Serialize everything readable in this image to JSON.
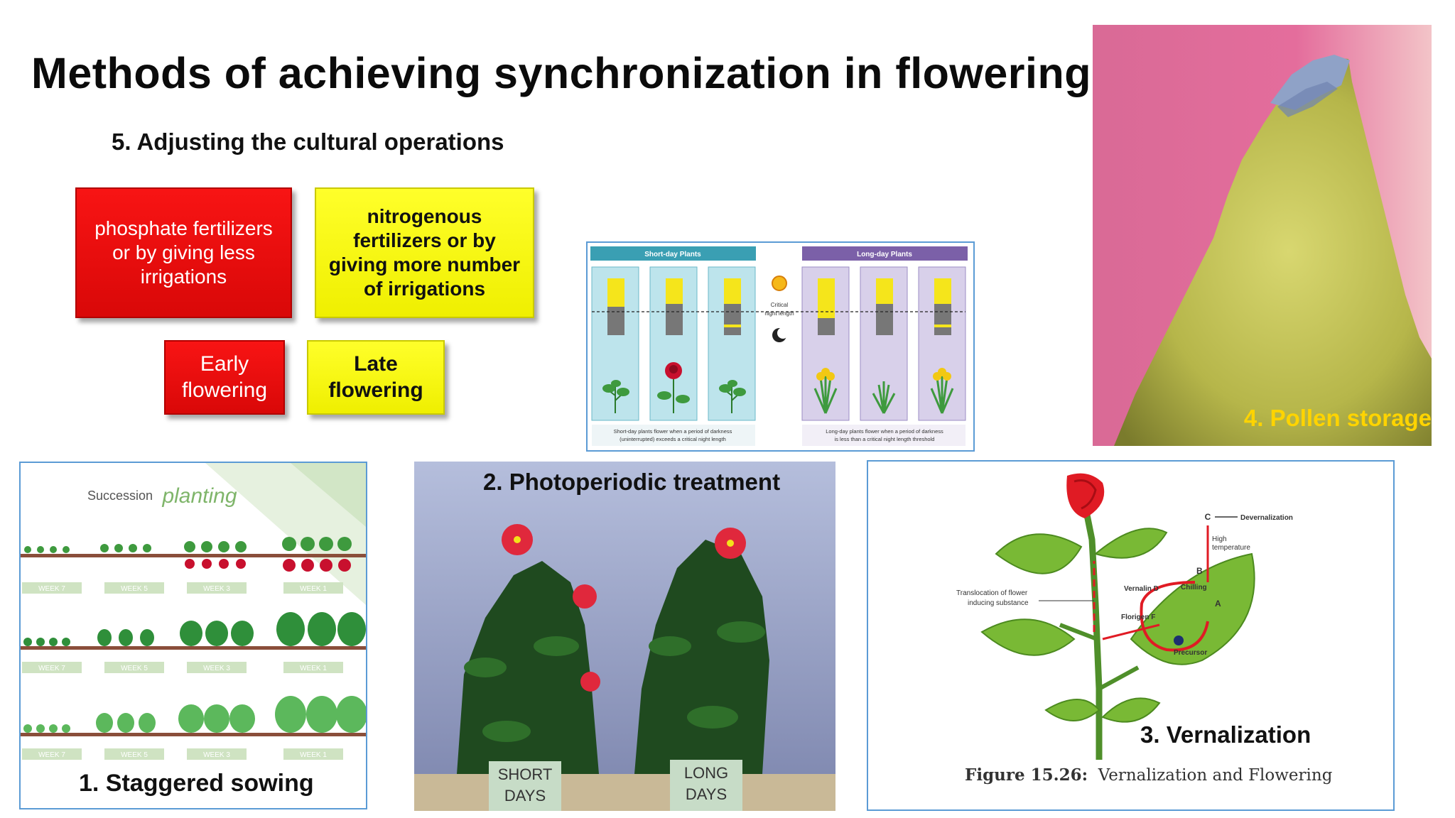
{
  "title": "Methods of achieving synchronization in flowering",
  "subtitle": "5. Adjusting the cultural operations",
  "boxes": {
    "phosphate": "phosphate fertilizers or by giving less irrigations",
    "nitrogenous": "nitrogenous fertilizers or by giving more number of irrigations",
    "early": "Early flowering",
    "late": "Late flowering"
  },
  "photoperiod_diagram": {
    "short_day_header": "Short-day Plants",
    "long_day_header": "Long-day Plants",
    "critical_label_1": "Critical",
    "critical_label_2": "night length",
    "short_day_caption_1": "Short-day plants flower when a period of darkness",
    "short_day_caption_2": "(uninterrupted) exceeds a critical night length",
    "long_day_caption_1": "Long-day plants flower when a period of darkness",
    "long_day_caption_2": "is less than a critical night length threshold"
  },
  "pollen_storage": {
    "label": "4. Pollen storage"
  },
  "staggered": {
    "header_word1": "Succession",
    "header_word2": "planting",
    "week_labels": [
      "WEEK 7",
      "WEEK 5",
      "WEEK 3",
      "WEEK 1"
    ],
    "label": "1. Staggered sowing"
  },
  "photoperiodic": {
    "label": "2. Photoperiodic treatment",
    "sign_left_1": "SHORT",
    "sign_left_2": "DAYS",
    "sign_right_1": "LONG",
    "sign_right_2": "DAYS"
  },
  "vernalization": {
    "label": "3. Vernalization",
    "figure_bold": "Figure 15.26:",
    "figure_text": "Vernalization and Flowering",
    "c_label": "C",
    "devernalization": "Devernalization",
    "high_temp_1": "High",
    "high_temp_2": "temperature",
    "b_label": "B",
    "a_label": "A",
    "vernalin": "Vernalin D",
    "chilling": "Chilling",
    "florigen": "Florigen F",
    "precursor": "Precursor",
    "translocation_1": "Translocation of flower",
    "translocation_2": "inducing substance"
  },
  "colors": {
    "red_box": "#e80c0c",
    "yellow_box": "#ffff14",
    "panel_border": "#5b9bd5",
    "pollen_label": "#ffd400",
    "short_day": "#3a9fb3",
    "long_day": "#7b60a8"
  }
}
